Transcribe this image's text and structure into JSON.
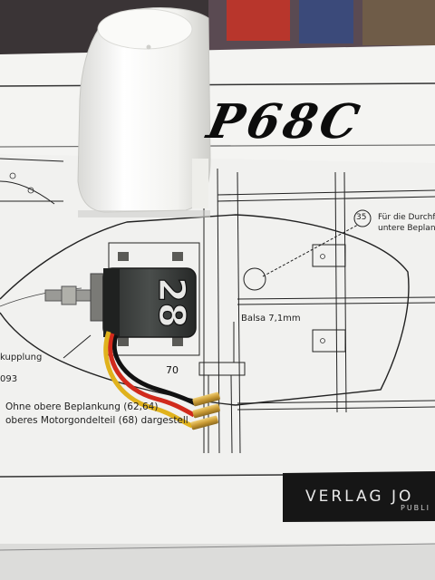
{
  "plan": {
    "title": "P68C",
    "publisher": "VERLAG JO",
    "publisher_sub": "PUBLI",
    "callout_number": "35",
    "callout_line1": "Für die Durchfüh",
    "callout_line2": "untere Beplankun",
    "balsa_label": "Balsa 7,1mm",
    "dimension_70": "70",
    "coupling_label": "kupplung",
    "coupling_number": "093",
    "note_line1": "Ohne obere Beplankung (62,64)",
    "note_line2": "oberes Motorgondelteil (68) dargestell"
  },
  "motor": {
    "label": "28"
  },
  "colors": {
    "paper": "#f2f2f0",
    "ink": "#111111",
    "motor_body": "#3a3d3c",
    "motor_can": "#2b2e2d",
    "wire_red": "#d12a1c",
    "wire_yellow": "#e0b21c",
    "connector_gold": "#c99a34",
    "cowl_white": "#f6f6f4"
  }
}
